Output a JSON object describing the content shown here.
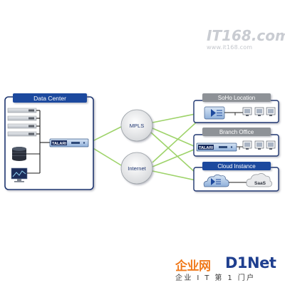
{
  "diagram": {
    "data_center": {
      "title": "Data Center",
      "appliance_label": "TALARI"
    },
    "clouds": {
      "mpls": "MPLS",
      "internet": "Internet"
    },
    "soho": {
      "title": "SoHo Location"
    },
    "branch": {
      "title": "Branch Office",
      "appliance_label": "TALARI"
    },
    "cloud_instance": {
      "title": "Cloud Instance",
      "saas_label": "SaaS"
    }
  },
  "watermark": {
    "logo_text": "IT168.com",
    "url": "www.it168.com"
  },
  "branding": {
    "logo_cn": "企业网",
    "logo_en": "D1Net",
    "tagline": "企业 I T 第 1 门户"
  },
  "colors": {
    "box_border": "#1e3570",
    "title_bar_blue": "#1e4a9e",
    "title_bar_gray": "#8e9297",
    "link_green": "#9ed36a",
    "cloud_fill": "#f1f1f1",
    "appliance_fill": "#b5cbe6"
  }
}
